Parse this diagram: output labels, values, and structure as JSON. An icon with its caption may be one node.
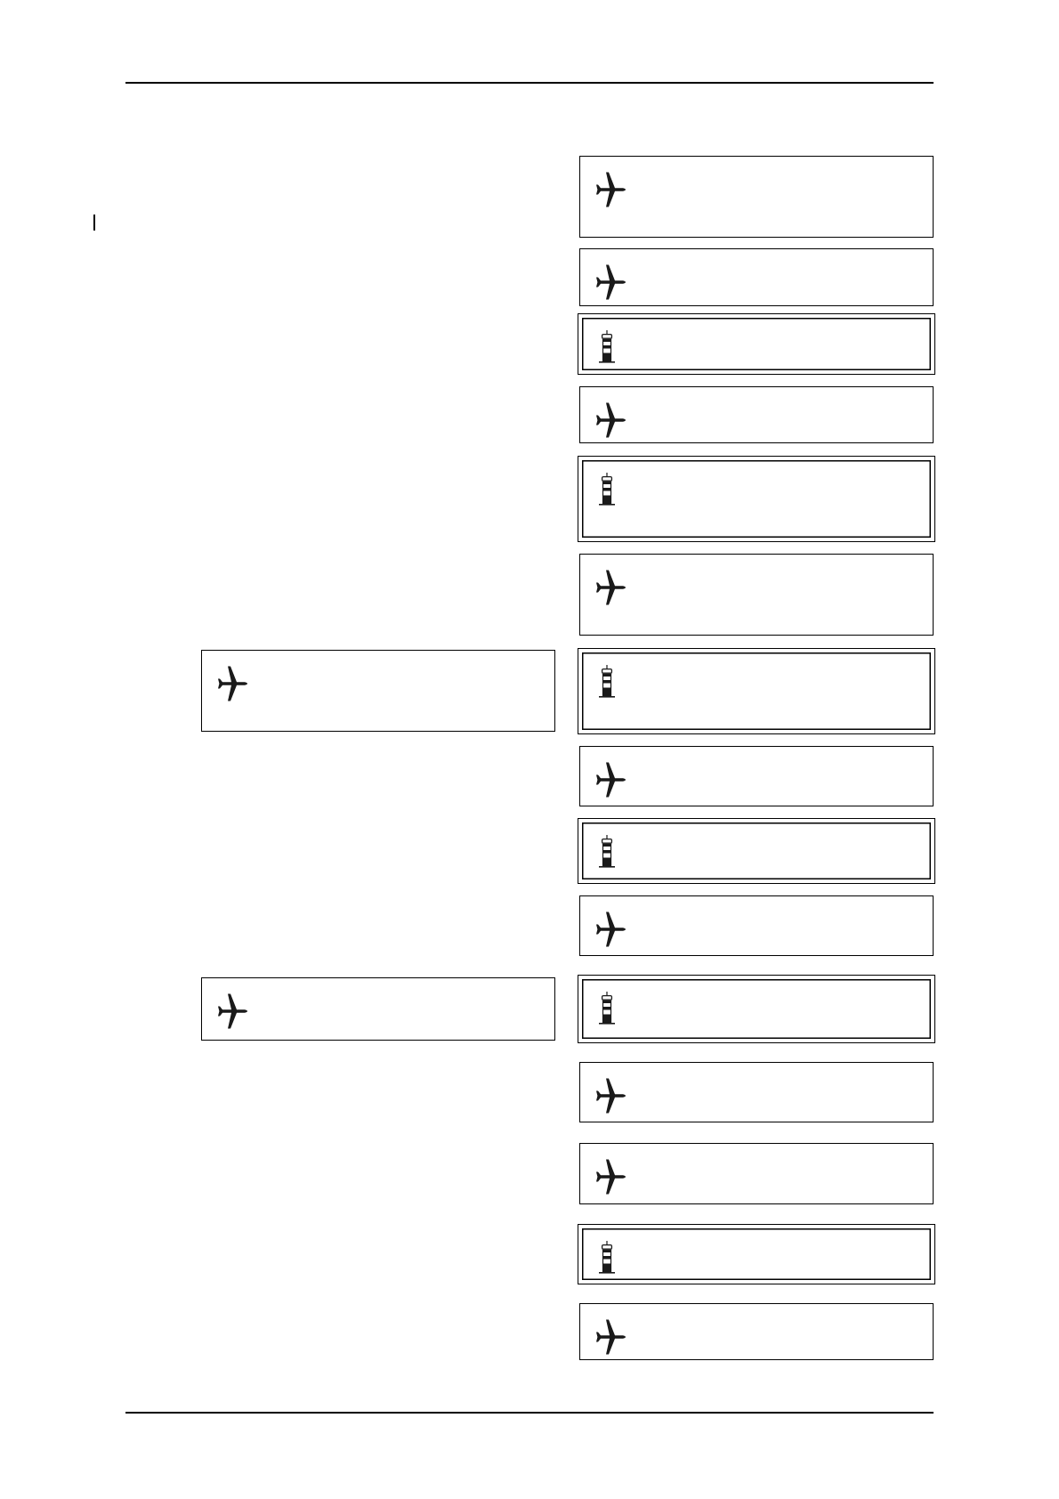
{
  "diagram": {
    "nodes": [
      {
        "text": [],
        "shape": "box"
      },
      {
        "text": [],
        "shape": "airplane",
        "in": 0
      },
      {
        "text": [],
        "shape": "box"
      },
      {
        "text": [],
        "shape": "airplane",
        "in": 2
      },
      {
        "text": [],
        "shape": "box"
      },
      {
        "text": [],
        "shape": "tower",
        "in": 4
      },
      {
        "text": [],
        "shape": "box"
      },
      {
        "text": [],
        "shape": "airplane",
        "in": 6
      },
      {
        "text": [],
        "shape": "box"
      },
      {
        "text": [],
        "shape": "tower",
        "in": 8
      },
      {
        "text": [],
        "shape": "box"
      },
      {
        "text": [],
        "shape": "airplane",
        "in": 10
      },
      {
        "text": [],
        "shape": "box"
      },
      {
        "text": [],
        "shape": "airplane",
        "in": 12
      },
      {
        "text": [],
        "shape": "box"
      },
      {
        "text": [],
        "shape": "tower",
        "in": 14
      },
      {
        "text": [],
        "shape": "box"
      },
      {
        "text": [],
        "shape": "airplane",
        "in": 16
      },
      {
        "text": [],
        "shape": "box"
      },
      {
        "text": [],
        "shape": "tower",
        "in": 18
      },
      {
        "text": [],
        "shape": "box"
      },
      {
        "text": [],
        "shape": "airplane",
        "in": 20
      },
      {
        "text": [],
        "shape": "box"
      },
      {
        "text": [],
        "shape": "airplane",
        "in": 22
      },
      {
        "text": [],
        "shape": "box"
      },
      {
        "text": [],
        "shape": "tower",
        "in": 24
      },
      {
        "text": [],
        "shape": "box"
      },
      {
        "text": [],
        "shape": "airplane",
        "in": 26
      },
      {
        "text": [],
        "shape": "box"
      },
      {
        "text": [],
        "shape": "airplane",
        "in": 28
      },
      {
        "text": [],
        "shape": "box"
      },
      {
        "text": [],
        "shape": "tower",
        "in": 30
      },
      {
        "text": [],
        "shape": "box"
      },
      {
        "text": [],
        "shape": "airplane",
        "in": 32
      }
    ]
  }
}
